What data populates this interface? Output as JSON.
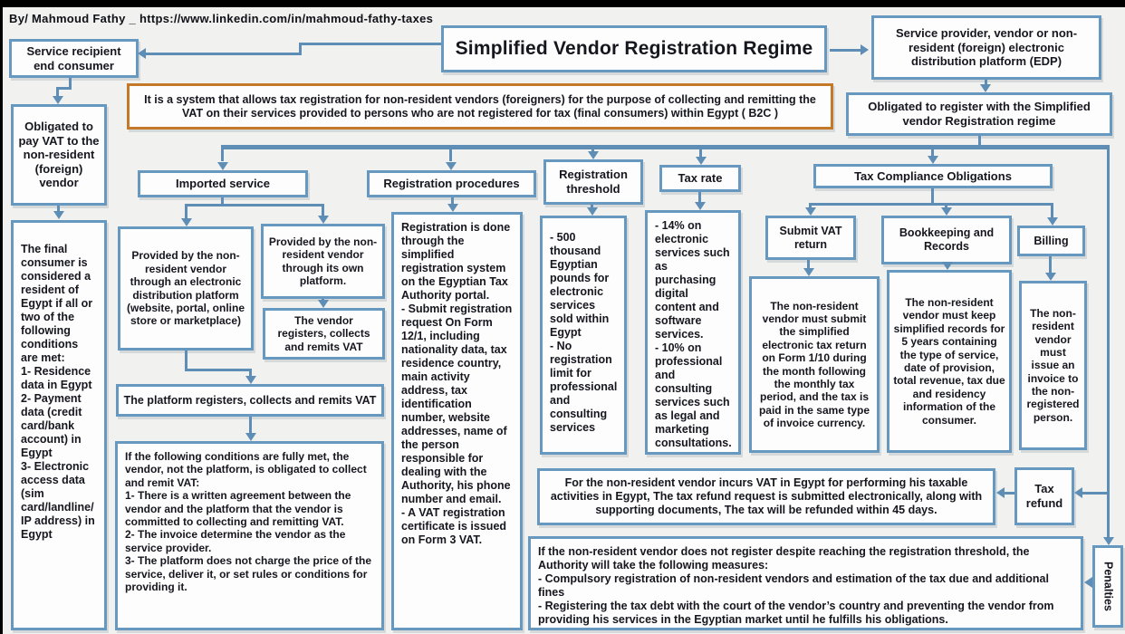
{
  "colors": {
    "border_blue": "#6798bf",
    "arrow_blue": "#5e8db5",
    "border_orange": "#c4782a",
    "text_dark": "#16161f",
    "canvas": "#f1f1ef"
  },
  "nodes": {
    "credit": "By/ Mahmoud  Fathy _ https://www.linkedin.com/in/mahmoud-fathy-taxes",
    "title": "Simplified Vendor Registration Regime",
    "description": "It is a system that allows tax registration for non-resident vendors (foreigners) for the purpose of collecting and remitting the VAT on their services provided to persons who are not registered for tax (final consumers) within Egypt ( B2C )",
    "edp": "Service provider, vendor or non-resident (foreign) electronic distribution platform (EDP)",
    "obligated_register": "Obligated to register with the Simplified vendor Registration regime",
    "service_recipient": "Service recipient end consumer",
    "obligated_pay": "Obligated to pay VAT to the non-resident (foreign) vendor",
    "final_consumer": "The final consumer is considered a resident of Egypt if all or two of the following conditions are met:\n1- Residence data in Egypt\n2- Payment data (credit card/bank account) in Egypt\n3- Electronic access data (sim card/landline/ IP address) in Egypt",
    "imported_service": "Imported service",
    "provided_platform": "Provided by the non-resident vendor through an electronic distribution platform (website, portal, online store or marketplace)",
    "provided_own": "Provided by the non-resident vendor through its own platform.",
    "vendor_registers": "The vendor registers, collects and remits VAT",
    "platform_registers": "The platform registers, collects and remits VAT",
    "vendor_conditions": "If the following conditions are fully met, the vendor, not the platform, is obligated to collect and remit VAT:\n1- There is a written agreement between the vendor and the platform that the vendor is committed to collecting and remitting VAT.\n2- The invoice determine the vendor as the service provider.\n3- The platform does not charge the price of the service, deliver it, or set rules or conditions for providing it.",
    "registration_procedures": "Registration procedures",
    "registration_procedures_detail": "Registration is done through the simplified registration system on the Egyptian Tax Authority portal.\n- Submit registration request On Form 12/1, including nationality data, tax residence country, main activity address, tax identification number, website addresses, name of the person responsible for dealing with the Authority, his phone number and email.\n- A VAT registration certificate is issued on Form 3 VAT.",
    "registration_threshold": "Registration threshold",
    "registration_threshold_detail": "- 500 thousand Egyptian pounds for electronic services sold within Egypt\n- No registration limit for professional and consulting services",
    "tax_rate": "Tax rate",
    "tax_rate_detail": "- 14% on electronic services such as purchasing digital content and software services.\n- 10% on professional and consulting services such as legal and marketing consultations.",
    "tax_compliance": "Tax Compliance Obligations",
    "submit_vat_return": "Submit VAT return",
    "submit_vat_return_detail": "The non-resident vendor must submit the simplified electronic tax return on Form 1/10 during the month following the monthly tax period, and the tax is paid in the same type of invoice currency.",
    "bookkeeping": "Bookkeeping and Records",
    "bookkeeping_detail": "The non-resident vendor must keep simplified records for 5 years containing the type of service, date of provision, total revenue, tax due and residency information of the consumer.",
    "billing": "Billing",
    "billing_detail": "The non-resident vendor must issue an invoice to the non-registered person.",
    "tax_refund": "Tax refund",
    "tax_refund_detail": "For the non-resident vendor incurs VAT in Egypt for performing his taxable activities in Egypt, The tax refund request is submitted electronically, along with supporting documents, The tax will be refunded within 45 days.",
    "penalties": "Penalties",
    "penalties_detail": "If the non-resident vendor does not register despite reaching the registration threshold, the Authority will take the following measures:\n- Compulsory registration of non-resident vendors and estimation of the tax due and additional fines\n- Registering the tax debt with the court of the vendor’s country and preventing the vendor from providing his services in the Egyptian market until he fulfills his obligations."
  }
}
